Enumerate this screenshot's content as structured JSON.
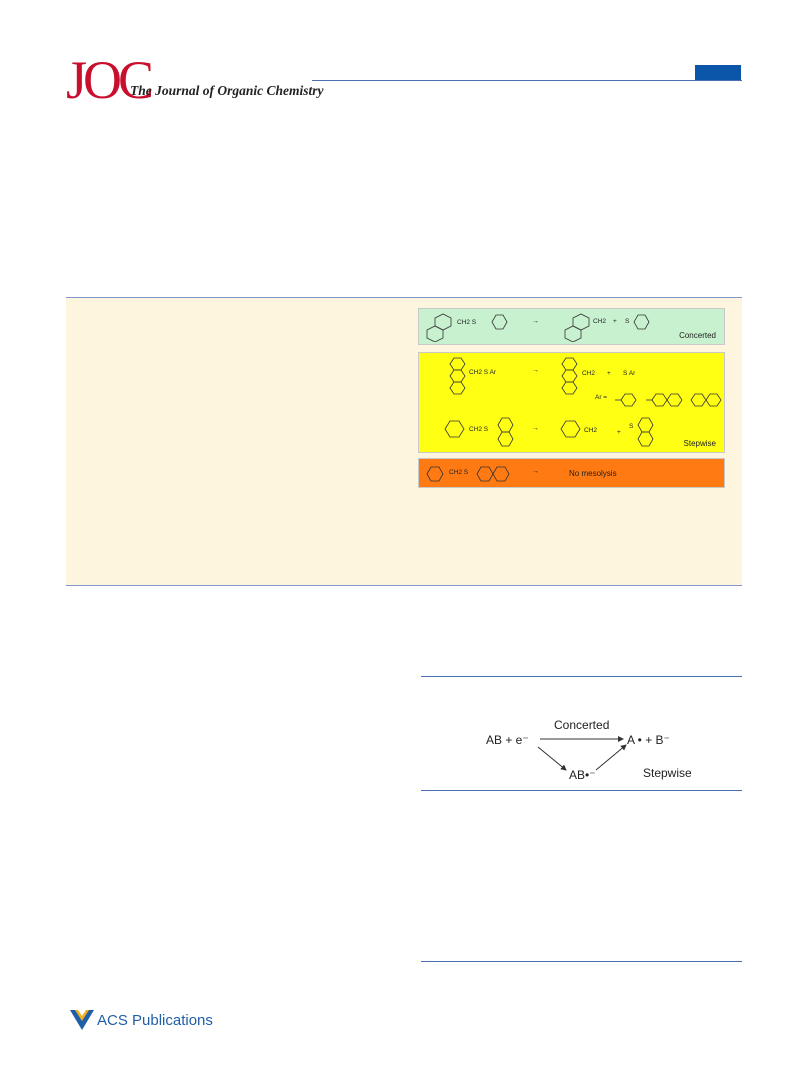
{
  "header": {
    "logo": "JOC",
    "journal_title": "The Journal of Organic Chemistry"
  },
  "toc_graphic": {
    "concerted": {
      "reactant": "CH2 S",
      "product_radical": "CH2",
      "product_anion": "S",
      "label": "Concerted"
    },
    "stepwise": {
      "row1_reactant": "CH2 S Ar",
      "row1_product_radical": "CH2",
      "row1_product_anion": "S Ar",
      "ar_definition": "Ar =",
      "row2_reactant": "CH2 S",
      "row2_product_anion": "CH2",
      "row2_product_radical": "S",
      "label": "Stepwise"
    },
    "no_mesolysis": {
      "reactant": "CH2 S",
      "label": "No mesolysis"
    },
    "arrow_glyph": "→",
    "plus": "+",
    "colors": {
      "concerted": "#c7f1cf",
      "stepwise": "#ffff14",
      "no_mesolysis": "#ff7a12",
      "panel_background": "#fef5de"
    }
  },
  "scheme1": {
    "reactants": "AB  +  e⁻",
    "top_label": "Concerted",
    "products": "A •  +  B⁻",
    "intermediate": "AB•⁻",
    "bottom_label": "Stepwise"
  },
  "footer": {
    "publisher": "ACS Publications"
  }
}
